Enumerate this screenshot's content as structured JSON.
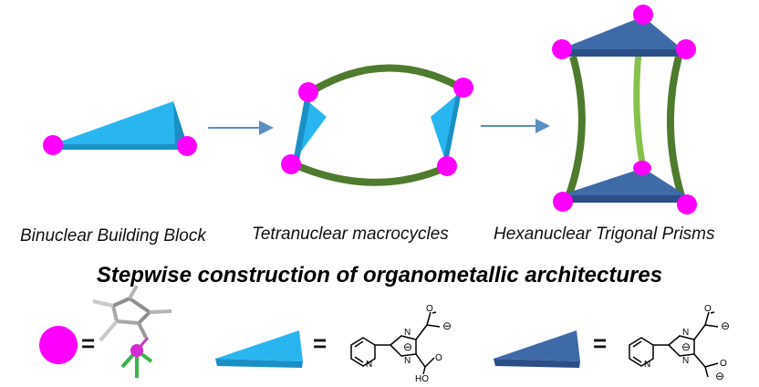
{
  "labels": {
    "binuclear": "Binuclear Building Block",
    "tetranuclear": "Tetranuclear macrocycles",
    "hexanuclear": "Hexanuclear Trigonal Prisms"
  },
  "title": "Stepwise construction of organometallic architectures",
  "legend": {
    "equals": "=",
    "ligand_atoms": {
      "n1": "N",
      "n2": "N",
      "n3": "N",
      "o": "O",
      "ho": "HO",
      "charge": "⊖"
    }
  },
  "colors": {
    "metal": "#ff00ff",
    "light_block": "#29b6f0",
    "light_block_dark": "#1a8fc4",
    "dark_block": "#3f6aa8",
    "dark_block_shade": "#2b4f86",
    "linker_dark": "#4e7b2d",
    "linker_light": "#86c24a",
    "arrow": "#5b8fc2"
  },
  "icons": [
    "metal-sphere-icon",
    "cp-star-metal-complex-icon",
    "arrow-right-icon"
  ]
}
